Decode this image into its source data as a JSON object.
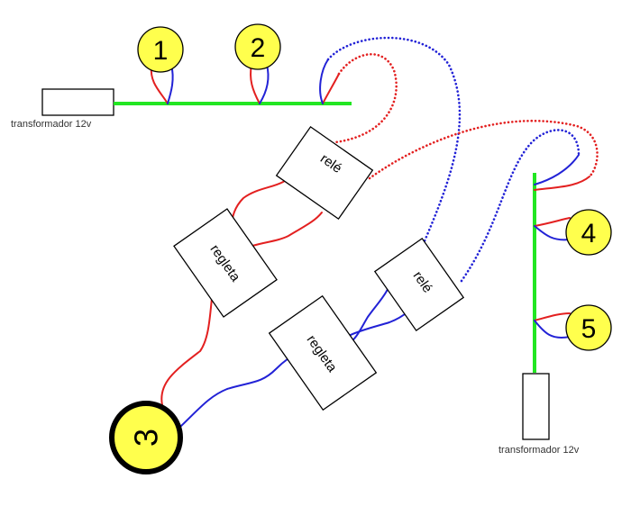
{
  "labels": {
    "transformer_left": "transformador 12v",
    "transformer_right": "transformador 12v",
    "relay_top": "relé",
    "relay_bottom": "relé",
    "strip_top": "regleta",
    "strip_bottom": "regleta"
  },
  "lamps": {
    "lamp1": "1",
    "lamp2": "2",
    "lamp3": "3",
    "lamp4": "4",
    "lamp5": "5"
  },
  "colors": {
    "bus": "#22e622",
    "red_wire": "#e32020",
    "blue_wire": "#2222d6",
    "lamp_fill": "#ffff4d",
    "outline": "#000000"
  }
}
